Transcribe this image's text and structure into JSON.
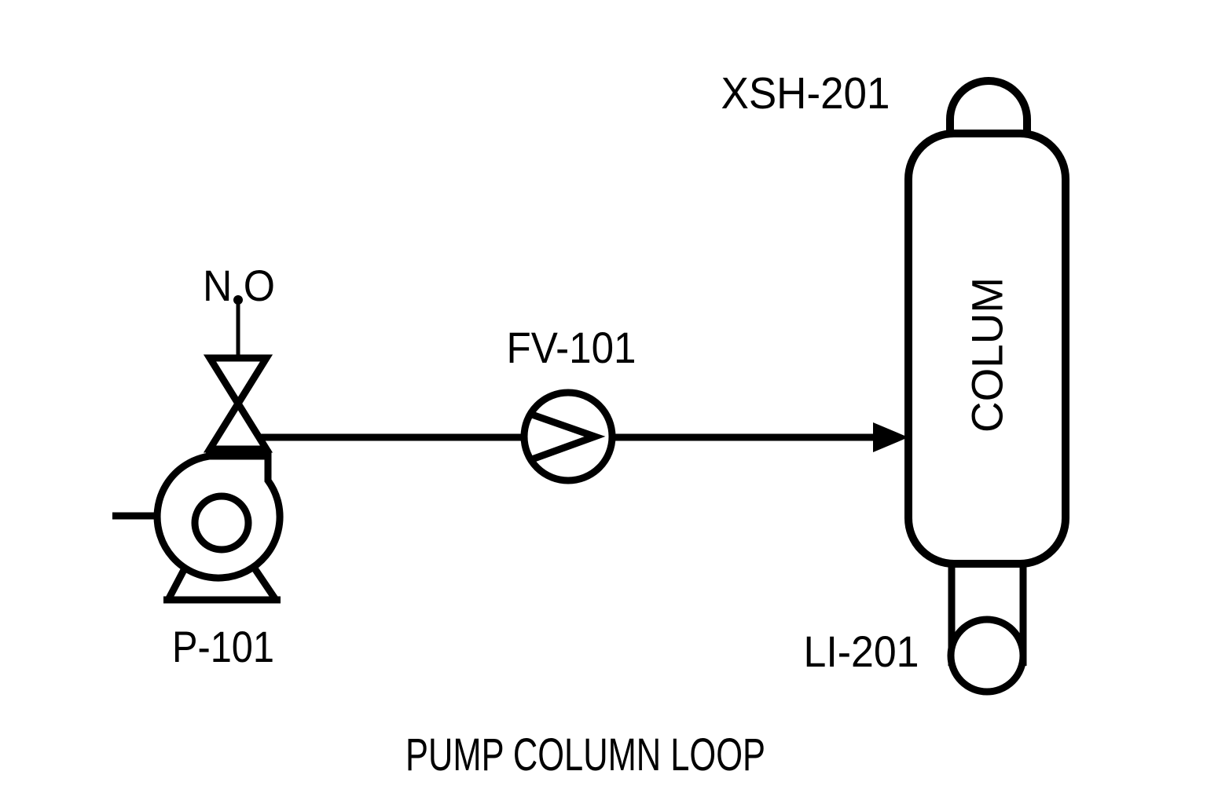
{
  "diagram": {
    "title": "PUMP COLUMN LOOP",
    "colors": {
      "line": "#000000",
      "background": "#ffffff"
    },
    "labels": {
      "valve_position": "N.O",
      "pump_tag": "P-101",
      "flow_valve_tag": "FV-101",
      "column_tag": "XSH-201",
      "level_indicator_tag": "LI-201",
      "column_body_text": "COLUM"
    }
  }
}
